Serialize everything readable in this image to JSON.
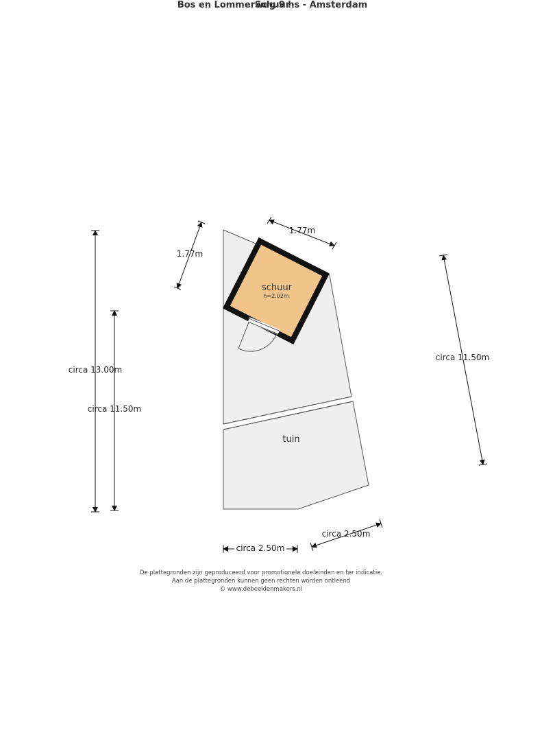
{
  "header": {
    "title": "Bos en Lommerweg 9 hs - Amsterdam",
    "subtitle": "Schuur"
  },
  "rooms": {
    "schuur_label": "schuur",
    "schuur_height": "h=2.02m",
    "tuin_label": "tuin"
  },
  "dimensions": {
    "schuur_width_top": "1.77m",
    "schuur_width_left": "1.77m",
    "total_left": "circa 13.00m",
    "garden_left": "circa 11.50m",
    "garden_right": "circa 11.50m",
    "bottom_left": "circa 2.50m",
    "bottom_right": "circa 2.50m"
  },
  "footer": {
    "line1": "De plattegronden zijn geproduceerd voor promotionele doeleinden en ter indicatie.",
    "line2": "Aan de plattegronden kunnen geen rechten worden ontleend",
    "line3": "© www.debeeldenmakers.nl"
  },
  "colors": {
    "garden_fill": "#efeff0",
    "garden_stroke": "#555555",
    "schuur_fill": "#f0c48a",
    "wall": "#111111"
  }
}
